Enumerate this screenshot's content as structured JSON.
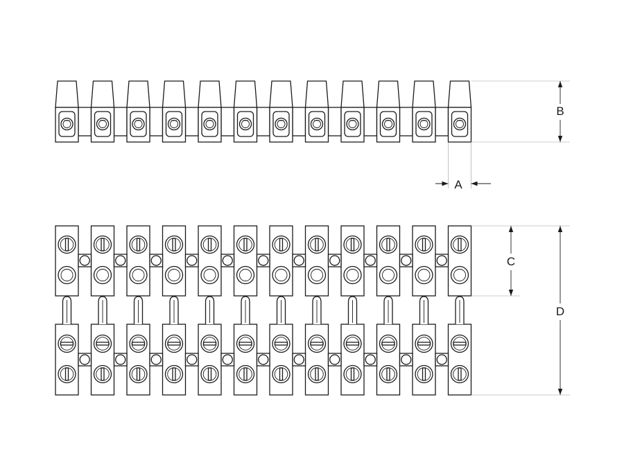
{
  "drawing": {
    "terminal_count": 12,
    "dimensions": {
      "a": "A",
      "b": "B",
      "c": "C",
      "d": "D"
    },
    "colors": {
      "stroke": "#1a1a1a",
      "extension_line": "#9a9a9a",
      "background": "#ffffff"
    }
  }
}
